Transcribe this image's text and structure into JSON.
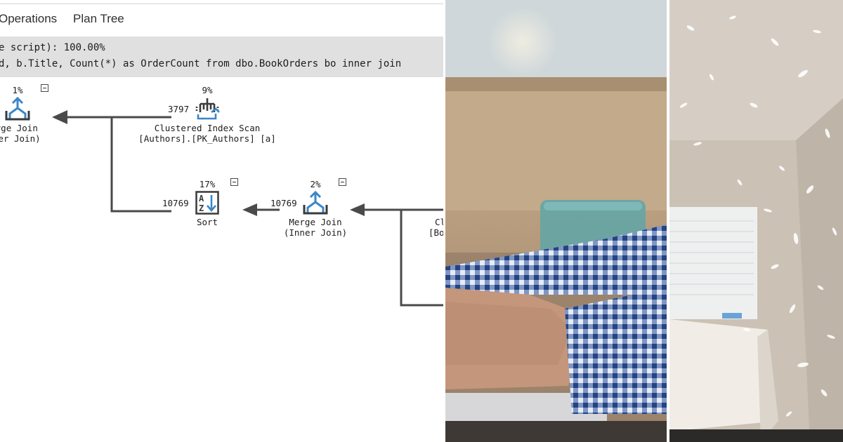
{
  "tabs": {
    "operations": "Operations",
    "plan_tree": "Plan Tree"
  },
  "banner": {
    "line1": "e script): 100.00%",
    "line2": "d, b.Title, Count(*) as OrderCount from dbo.BookOrders bo inner join"
  },
  "nodes": {
    "merge_join_top": {
      "percent": "1%",
      "label1": "erge Join",
      "label2": "nner Join)"
    },
    "clustered_index_scan": {
      "percent": "9%",
      "rows": "3797",
      "label1": "Clustered Index Scan",
      "label2": "[Authors].[PK_Authors] [a]"
    },
    "sort": {
      "percent": "17%",
      "rows": "10769",
      "label1": "Sort"
    },
    "merge_join_mid": {
      "percent": "2%",
      "rows": "10769",
      "label1": "Merge Join",
      "label2": "(Inner Join)"
    },
    "clipped_right": {
      "label1": "Cl",
      "label2": "[Bo"
    }
  },
  "colors": {
    "icon_blue": "#3b86c8",
    "icon_dark": "#3a3a3a",
    "arrow": "#4a4a4a",
    "banner": "#e0e0e0"
  },
  "icons": [
    "merge-join-icon",
    "clustered-index-scan-icon",
    "sort-icon",
    "collapse-icon"
  ],
  "photos": [
    {
      "name": "photo-hands-on-laptop"
    },
    {
      "name": "photo-feathers-in-room"
    }
  ]
}
